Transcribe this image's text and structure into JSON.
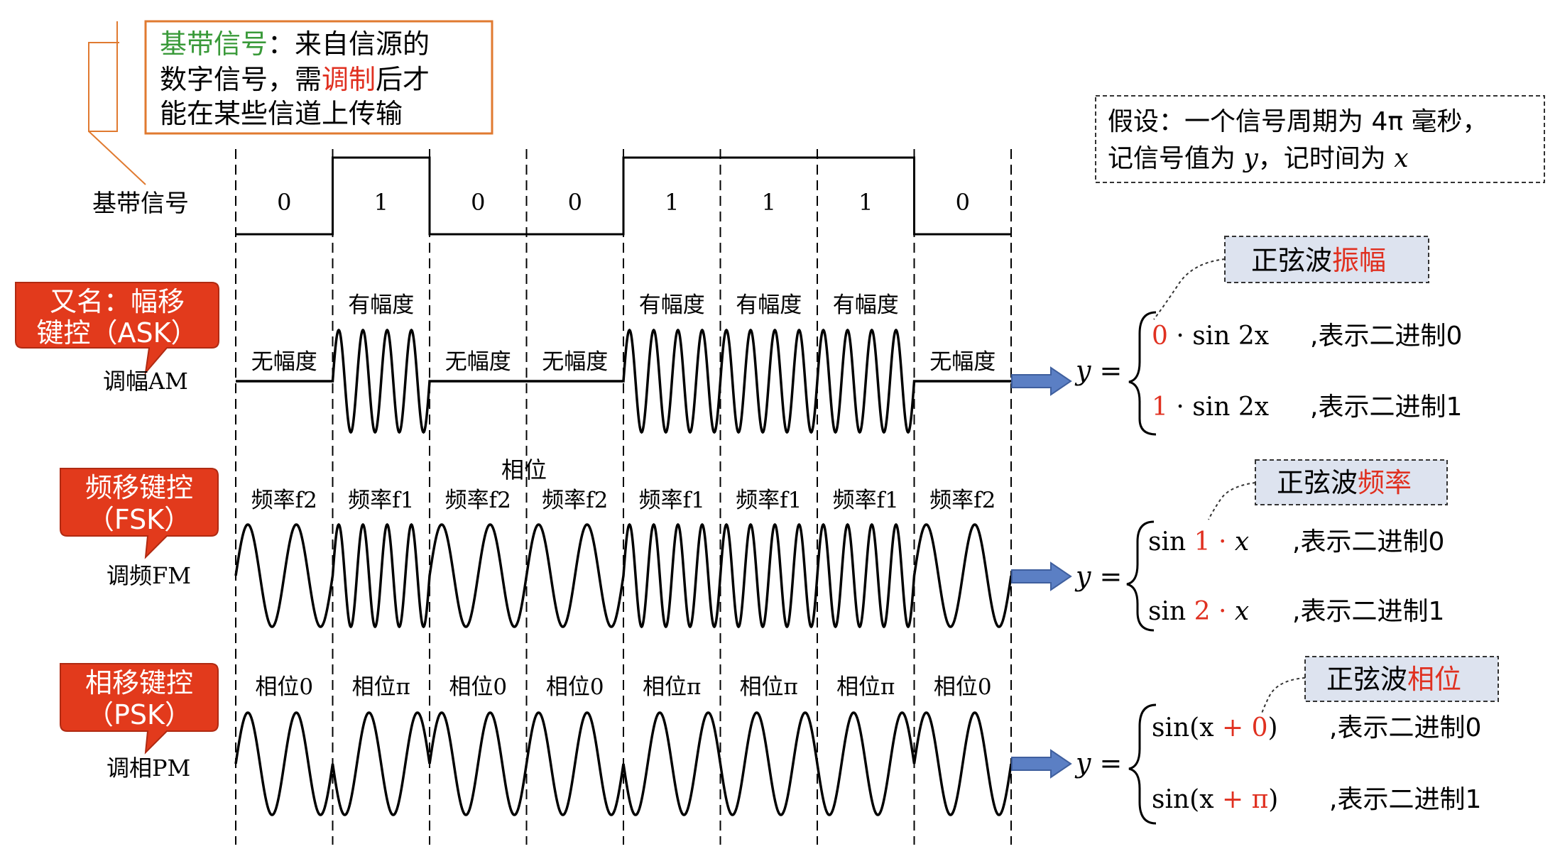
{
  "note_box": {
    "term": "基带信号",
    "colon": "：",
    "line1_rest": "来自信源的",
    "line2_a": "数字信号，需",
    "line2_highlight": "调制",
    "line2_b": "后才",
    "line3": "能在某些信道上传输"
  },
  "assumption": {
    "line1": "假设：一个信号周期为 4π 毫秒，",
    "line2_a": "记信号值为 ",
    "line2_y": "y",
    "line2_b": "，记时间为 ",
    "line2_x": "x"
  },
  "bits": [
    "0",
    "1",
    "0",
    "0",
    "1",
    "1",
    "1",
    "0"
  ],
  "rows": {
    "baseband": {
      "label": "基带信号"
    },
    "am": {
      "callout": [
        "又名：幅移",
        "键控（ASK）"
      ],
      "label": "调幅AM",
      "segment_labels": [
        "无幅度",
        "有幅度",
        "无幅度",
        "无幅度",
        "有幅度",
        "有幅度",
        "有幅度",
        "无幅度"
      ]
    },
    "fm": {
      "callout": [
        "频移键控",
        "（FSK）"
      ],
      "label": "调频FM",
      "segment_labels": [
        "频率f2",
        "频率f1",
        "频率f2",
        "频率f2",
        "频率f1",
        "频率f1",
        "频率f1",
        "频率f2"
      ]
    },
    "pm": {
      "callout": [
        "相移键控",
        "（PSK）"
      ],
      "label": "调相PM",
      "segment_labels": [
        "相位0",
        "相位π",
        "相位0",
        "相位0",
        "相位π",
        "相位π",
        "相位π",
        "相位0"
      ]
    }
  },
  "phase_overlay": "相位",
  "formulas": {
    "am": {
      "tag_a": "正弦波",
      "tag_b": "振幅",
      "lhs": "y =",
      "line0_coef": "0",
      "line0_rest": " · sin 2x",
      "line0_desc": ",表示二进制0",
      "line1_coef": "1",
      "line1_rest": " · sin 2x",
      "line1_desc": ",表示二进制1"
    },
    "fm": {
      "tag_a": "正弦波",
      "tag_b": "频率",
      "lhs": "y =",
      "line0_pre": "sin ",
      "line0_coef": "1 · ",
      "line0_post": "x",
      "line0_desc": ",表示二进制0",
      "line1_pre": "sin ",
      "line1_coef": "2 · ",
      "line1_post": "x",
      "line1_desc": ",表示二进制1"
    },
    "pm": {
      "tag_a": "正弦波",
      "tag_b": "相位",
      "lhs": "y =",
      "line0_pre": "sin(x ",
      "line0_coef": "+ 0",
      "line0_post": ")",
      "line0_desc": ",表示二进制0",
      "line1_pre": "sin(x ",
      "line1_coef": "+ π",
      "line1_post": ")",
      "line1_desc": ",表示二进制1"
    }
  },
  "colors": {
    "term_green": "#3a9a3a",
    "highlight_red": "#e03020",
    "note_border": "#e07a30",
    "callout_fill": "#e23a1c",
    "tag_fill": "#dde3ef",
    "arrow_fill": "#5b7fc4"
  }
}
